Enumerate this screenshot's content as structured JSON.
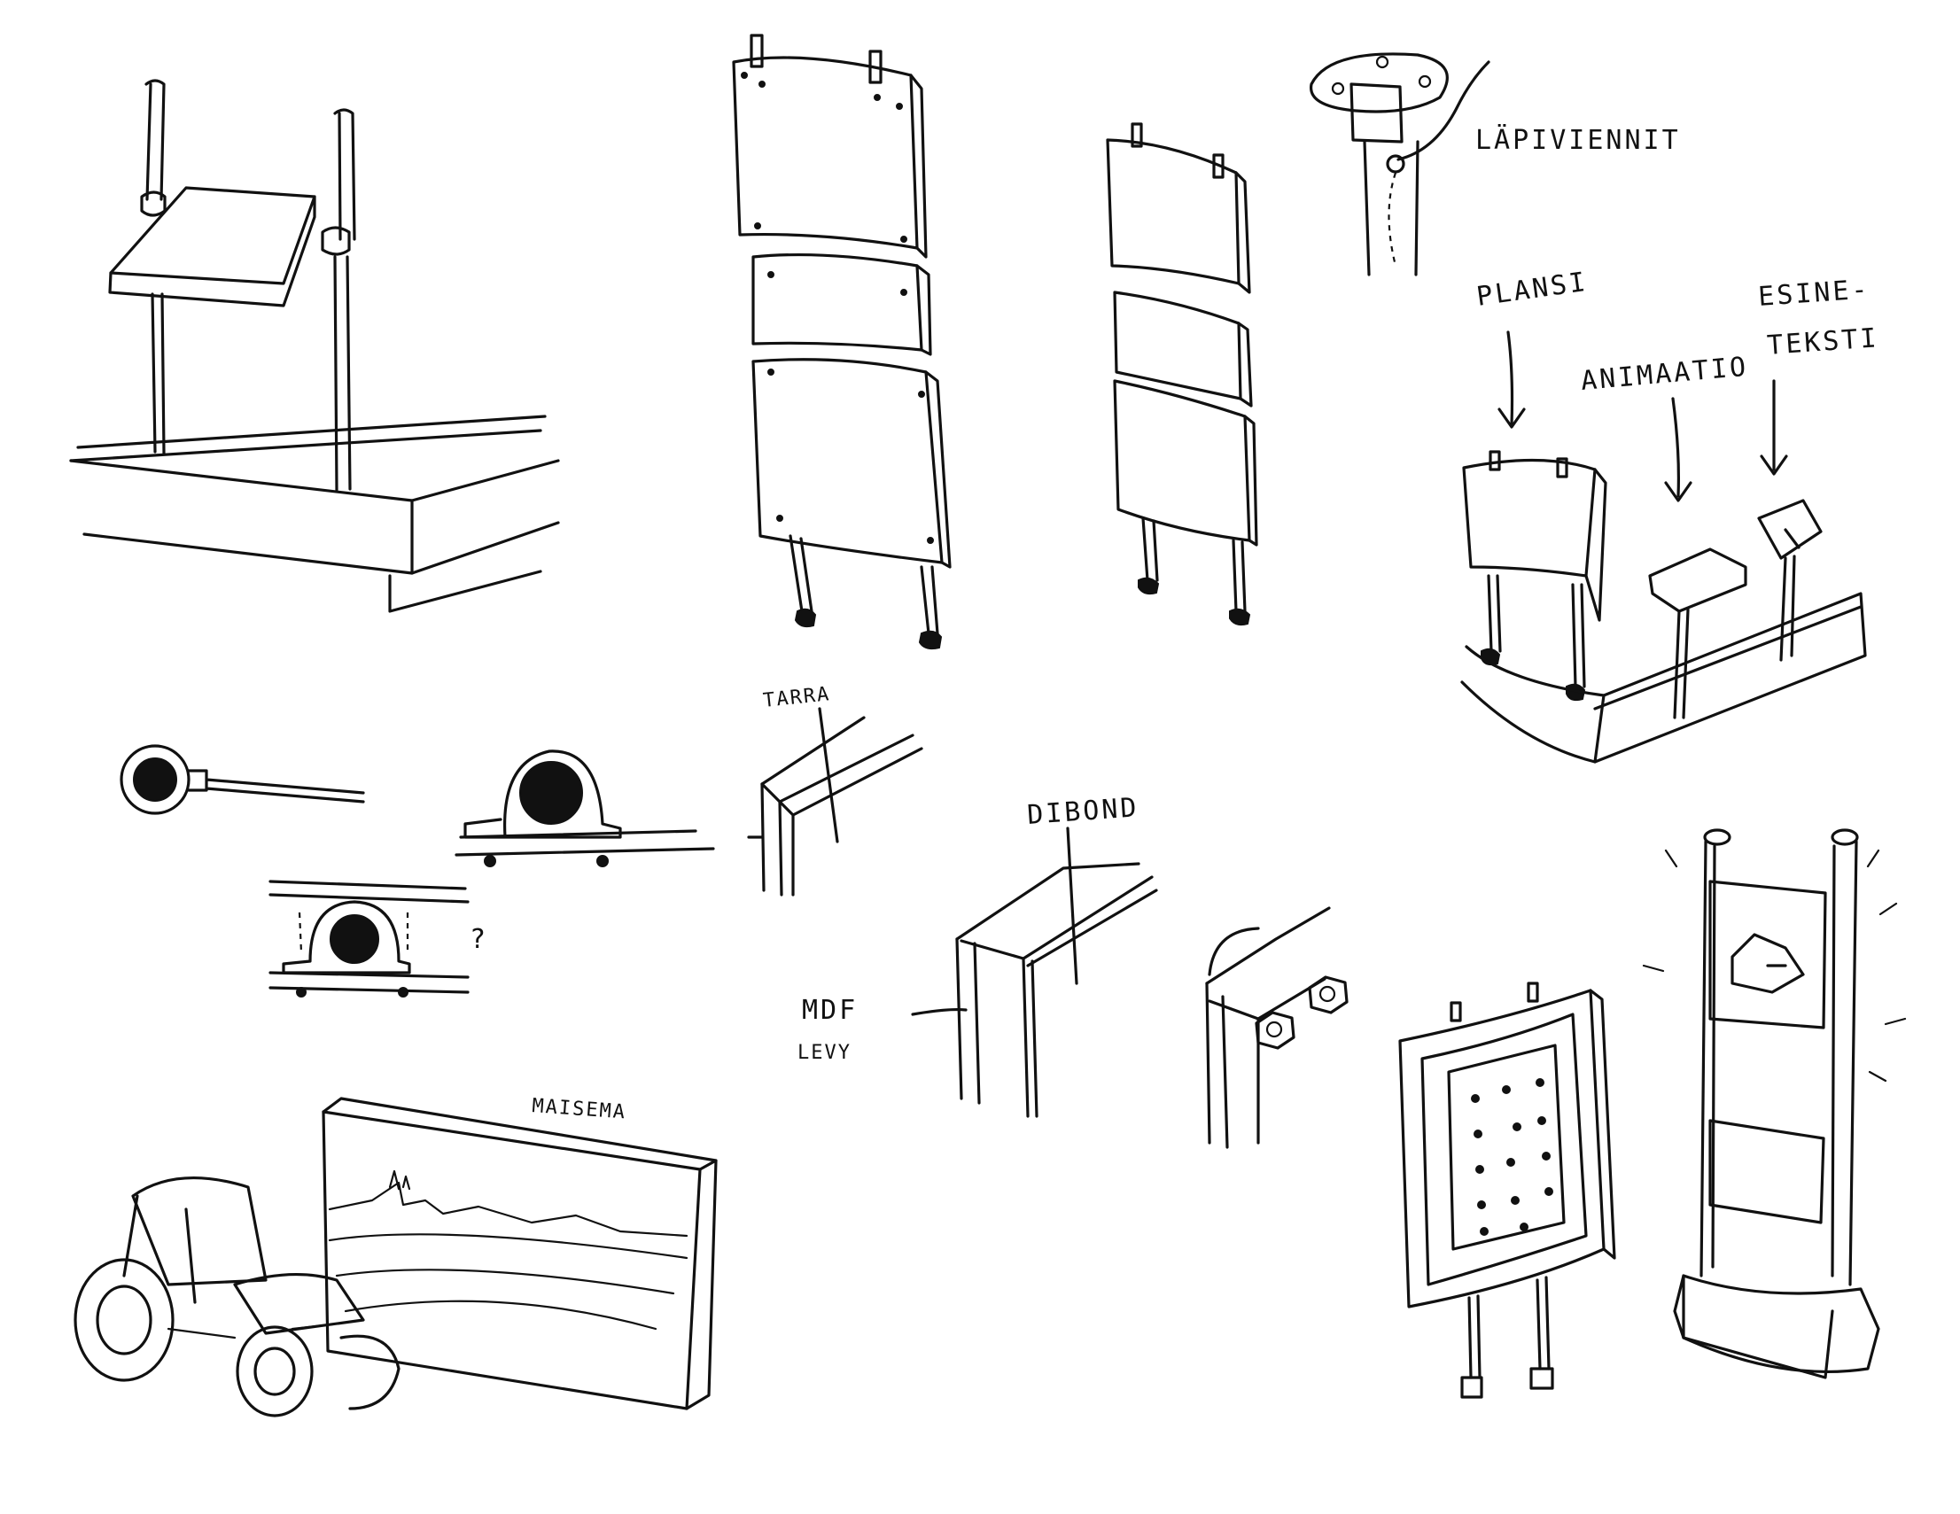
{
  "labels": {
    "lapiviennit": "LÄPIVIENNIT",
    "plansi": "PLANSI",
    "animaatio": "ANIMAATIO",
    "esine_teksti_1": "ESINE-",
    "esine_teksti_2": "TEKSTI",
    "tarra": "TARRA",
    "dibond": "DIBOND",
    "mdf_1": "MDF",
    "mdf_2": "LEVY",
    "question_mark": "?",
    "maisema": "MAISEMA"
  },
  "colors": {
    "ink": "#111111",
    "paper": "#ffffff"
  }
}
